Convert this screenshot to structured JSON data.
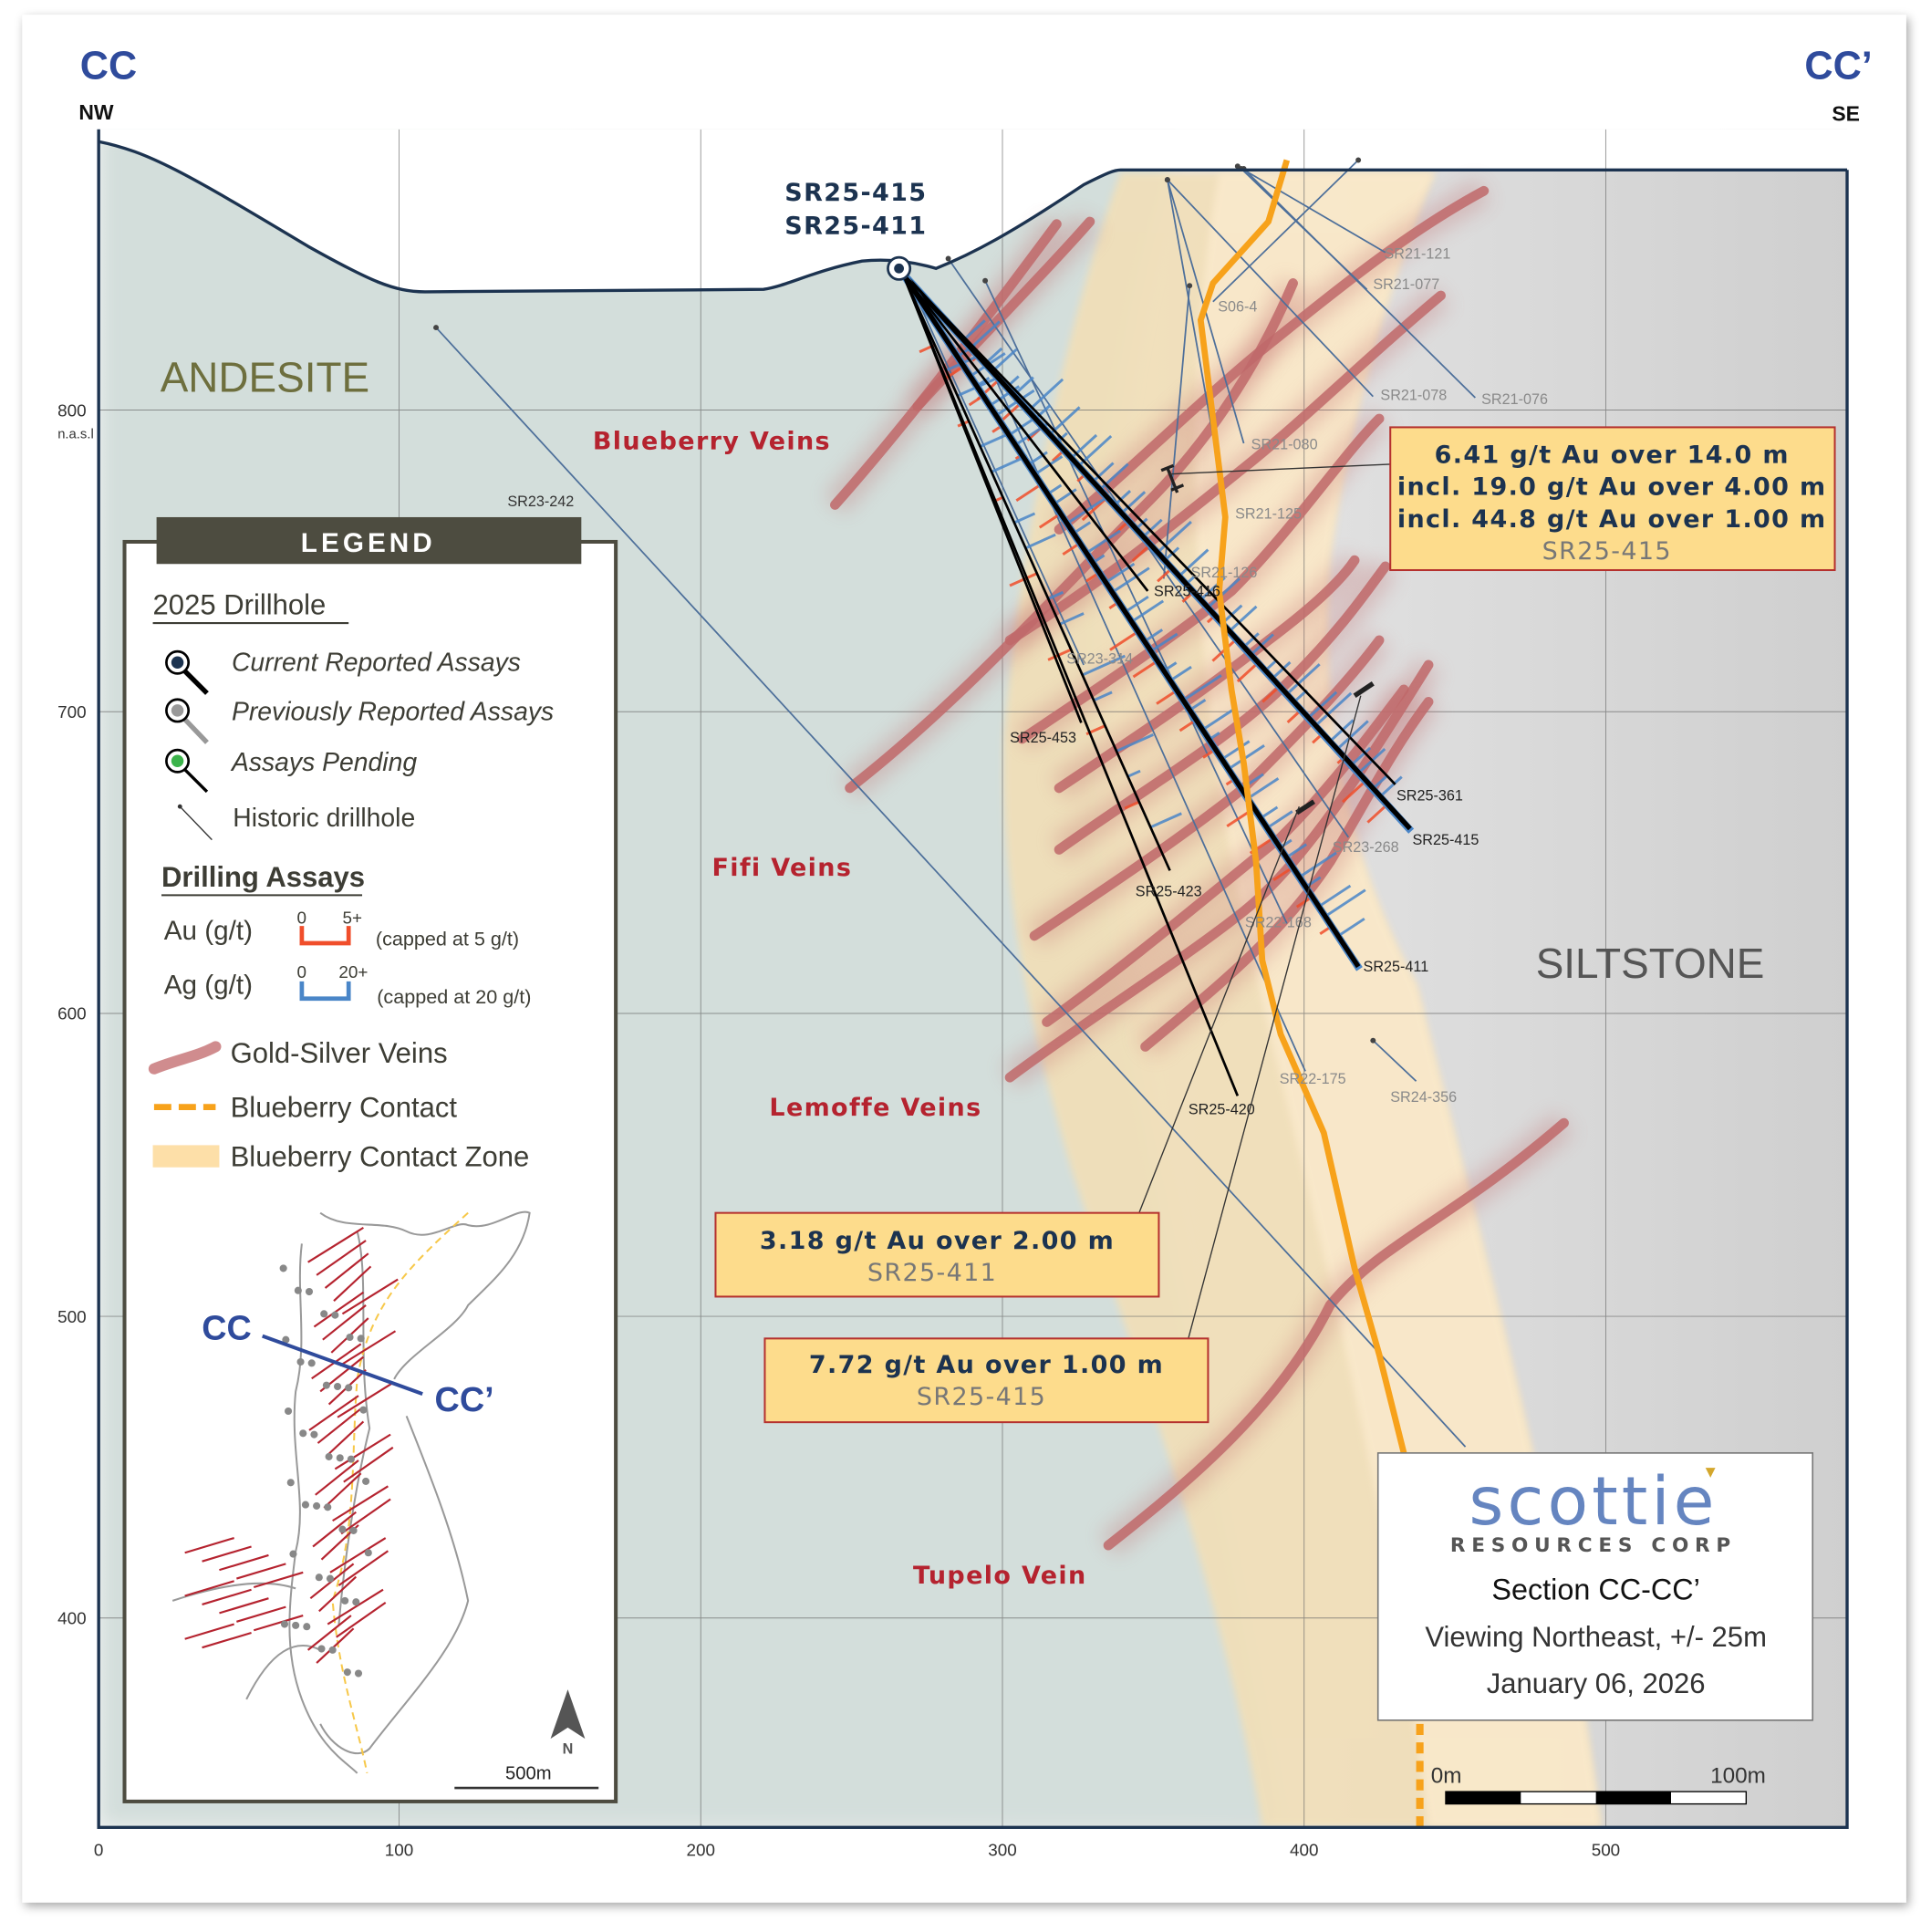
{
  "section": {
    "left_label": "CC",
    "left_dir": "NW",
    "right_label": "CC’",
    "right_dir": "SE"
  },
  "collar_labels": [
    "SR25-415",
    "SR25-411"
  ],
  "units": {
    "andesite": "ANDESITE",
    "siltstone": "SILTSTONE"
  },
  "veins": {
    "blueberry": "Blueberry Veins",
    "fifi": "Fifi Veins",
    "lemoffe": "Lemoffe Veins",
    "tupelo": "Tupelo Vein"
  },
  "axes": {
    "y_ticks": [
      "800",
      "700",
      "600",
      "500",
      "400"
    ],
    "y_unit": "n.a.s.l",
    "x_ticks": [
      "0",
      "100",
      "200",
      "300",
      "400",
      "500"
    ]
  },
  "drillholes_2025": [
    "SR25-415",
    "SR25-411",
    "SR25-361",
    "SR25-453",
    "SR25-423",
    "SR25-420",
    "SR25-416"
  ],
  "drillholes_historic": [
    "SR23-242",
    "SR23-314",
    "SR23-268",
    "SR22-168",
    "SR22-175",
    "SR21-121",
    "SR21-077",
    "SR21-078",
    "SR21-076",
    "S06-4",
    "SR21-080",
    "SR21-125",
    "SR21-126",
    "SR24-356"
  ],
  "callouts": [
    {
      "lines": [
        "6.41 g/t Au over 14.0 m",
        "incl. 19.0 g/t Au over 4.00 m",
        "incl. 44.8 g/t Au over 1.00 m"
      ],
      "hole": "SR25-415"
    },
    {
      "lines": [
        "3.18 g/t Au over 2.00 m"
      ],
      "hole": "SR25-411"
    },
    {
      "lines": [
        "7.72 g/t Au over 1.00 m"
      ],
      "hole": "SR25-415"
    }
  ],
  "legend": {
    "title": "LEGEND",
    "drillhole_heading": "2025 Drillhole",
    "current": "Current Reported Assays",
    "previous": "Previously Reported Assays",
    "pending": "Assays Pending",
    "historic": "Historic drillhole",
    "assays_heading": "Drilling Assays",
    "au_label": "Au (g/t)",
    "au_min": "0",
    "au_max": "5+",
    "au_cap": "(capped at 5 g/t)",
    "ag_label": "Ag (g/t)",
    "ag_min": "0",
    "ag_max": "20+",
    "ag_cap": "(capped at 20 g/t)",
    "veins": "Gold-Silver Veins",
    "contact": "Blueberry Contact",
    "contact_zone": "Blueberry Contact Zone",
    "inset_cc": "CC",
    "inset_cc2": "CC’",
    "north": "N",
    "inset_scale": "500m"
  },
  "title_block": {
    "logo_word": "scottie",
    "logo_sub": "RESOURCES CORP",
    "section": "Section CC-CC’",
    "viewing": "Viewing Northeast, +/- 25m",
    "date": "January 06, 2026"
  },
  "scale_bar": {
    "start": "0m",
    "end": "100m"
  },
  "colors": {
    "accent_blue": "#2f4b9c",
    "vein_red": "#c0696a",
    "au": "#f04e2b",
    "ag": "#4a86c8",
    "contact": "#f7a21b",
    "callout_fill": "#fddc8c",
    "callout_border": "#b5312e"
  }
}
